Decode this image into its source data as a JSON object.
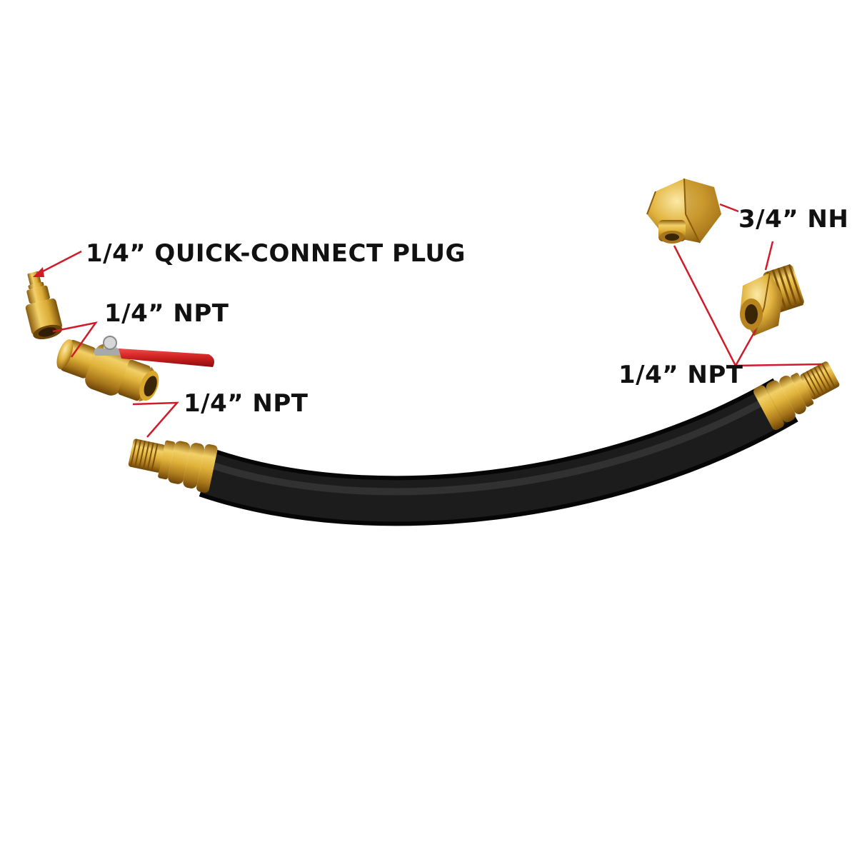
{
  "labels": {
    "quick_connect_plug": "1/4” QUICK-CONNECT PLUG",
    "npt_upper_left": "1/4” NPT",
    "npt_lower_left": "1/4” NPT",
    "nh_right": "3/4” NH",
    "npt_right": "1/4” NPT"
  },
  "colors": {
    "background": "#ffffff",
    "leader_line": "#d11a2a",
    "brass": "#d8a72c",
    "hose": "#1a1a1a",
    "valve_handle": "#cc1f1f"
  },
  "icons": {
    "quick_connect_plug": "quick-connect-plug-icon",
    "ball_valve": "ball-valve-icon",
    "hose": "rubber-hose-icon",
    "nh_female_adapter": "nh-female-adapter-icon",
    "nh_male_adapter": "nh-male-adapter-icon"
  }
}
